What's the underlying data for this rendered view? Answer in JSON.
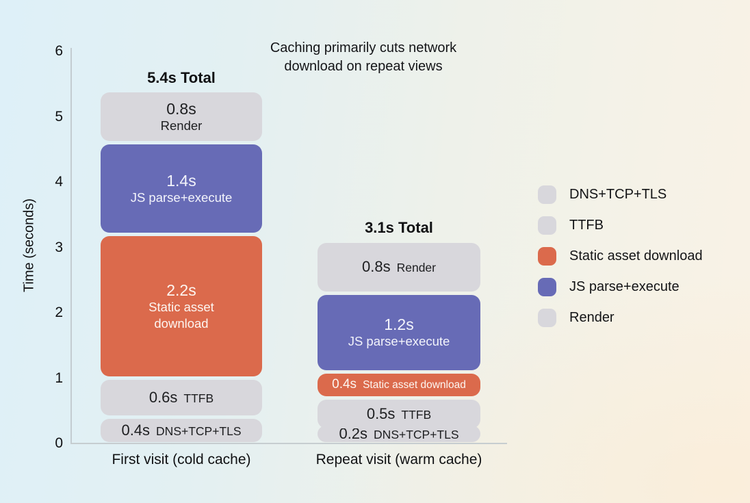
{
  "chart_data": {
    "type": "bar",
    "stacked": true,
    "title": "Caching primarily cuts network download on repeat views",
    "ylabel": "Time (seconds)",
    "ylim": [
      0,
      6
    ],
    "yticks": [
      0,
      1,
      2,
      3,
      4,
      5,
      6
    ],
    "grid": false,
    "legend_position": "right",
    "categories": [
      "First visit (cold cache)",
      "Repeat visit (warm cache)"
    ],
    "totals": [
      "5.4s Total",
      "3.1s Total"
    ],
    "total_values": [
      5.4,
      3.1
    ],
    "series": [
      {
        "name": "DNS+TCP+TLS",
        "color": "#d8d7dc",
        "text_color": "#1d1e20",
        "values": [
          0.4,
          0.2
        ],
        "label_style": [
          "inline",
          "inline"
        ]
      },
      {
        "name": "TTFB",
        "color": "#d8d7dc",
        "text_color": "#1d1e20",
        "values": [
          0.6,
          0.5
        ],
        "label_style": [
          "inline",
          "inline"
        ]
      },
      {
        "name": "Static asset download",
        "color": "#db6a4c",
        "text_color": "#fdf6f1",
        "values": [
          2.2,
          0.4
        ],
        "label_style": [
          "stacked",
          "inline"
        ]
      },
      {
        "name": "JS parse+execute",
        "color": "#676bb6",
        "text_color": "#f3f4fb",
        "values": [
          1.4,
          1.2
        ],
        "label_style": [
          "stacked",
          "stacked"
        ]
      },
      {
        "name": "Render",
        "color": "#d8d7dc",
        "text_color": "#1d1e20",
        "values": [
          0.8,
          0.8
        ],
        "label_style": [
          "stacked",
          "inline"
        ]
      }
    ],
    "unit_suffix": "s"
  }
}
